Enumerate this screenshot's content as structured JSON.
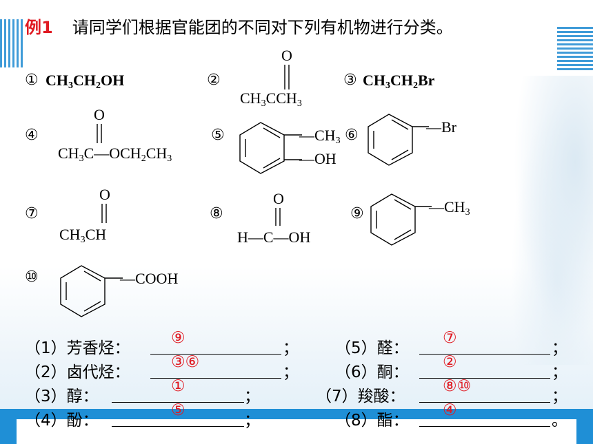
{
  "title": {
    "example": "例1",
    "text": "请同学们根据官能团的不同对下列有机物进行分类。"
  },
  "compounds": [
    {
      "num": "①",
      "formula_parts": [
        "CH",
        "3",
        "CH",
        "2",
        "OH"
      ]
    },
    {
      "num": "②",
      "o": "O",
      "base": "CH",
      "sub3": "3",
      "c": "CCH",
      "sub3b": "3"
    },
    {
      "num": "③",
      "formula_parts": [
        "CH",
        "3",
        "CH",
        "2",
        "Br"
      ]
    },
    {
      "num": "④",
      "o": "O",
      "left": "CH",
      "sub3": "3",
      "rest": "C—OCH",
      "sub2": "2",
      "end": "CH",
      "sub3b": "3"
    },
    {
      "num": "⑤",
      "sub1": "—CH",
      "sub1n": "3",
      "sub2": "—OH"
    },
    {
      "num": "⑥",
      "sub": "—Br"
    },
    {
      "num": "⑦",
      "o": "O",
      "left": "CH",
      "sub3": "3",
      "rest": "CH"
    },
    {
      "num": "⑧",
      "o": "O",
      "text": "H—C—OH"
    },
    {
      "num": "⑨",
      "sub": "—CH",
      "subn": "3"
    },
    {
      "num": "⑩",
      "sub": "—COOH"
    }
  ],
  "questions": [
    {
      "label": "（1）芳香烃：",
      "answer": "⑨",
      "end": "；"
    },
    {
      "label": "（2）卤代烃：",
      "answer": "③⑥",
      "end": "；"
    },
    {
      "label": "（3）醇：",
      "answer": "①",
      "end": "；"
    },
    {
      "label": "（4）酚：",
      "answer": "⑤",
      "end": "；"
    },
    {
      "label": "（5）醛：",
      "answer": "⑦",
      "end": "；"
    },
    {
      "label": "（6）酮：",
      "answer": "②",
      "end": "；"
    },
    {
      "label": "（7）羧酸：",
      "answer": "⑧⑩",
      "end": "；"
    },
    {
      "label": "（8）酯：",
      "answer": "④",
      "end": "。"
    }
  ],
  "colors": {
    "accent_red": "#e01a22",
    "bar_blue": "#1f8fd6"
  }
}
